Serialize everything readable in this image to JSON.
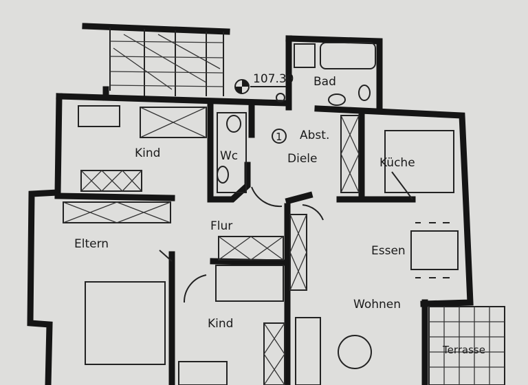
{
  "rooms": {
    "bad": "Bad",
    "wc": "Wc",
    "kind_top": "Kind",
    "diele": "Diele",
    "abst": "Abst.",
    "kueche": "Küche",
    "flur": "Flur",
    "eltern": "Eltern",
    "essen": "Essen",
    "wohnen": "Wohnen",
    "kind_bottom": "Kind",
    "terrasse": "Terrasse"
  },
  "markers": {
    "elevation": "107.30",
    "entry_number": "1"
  }
}
